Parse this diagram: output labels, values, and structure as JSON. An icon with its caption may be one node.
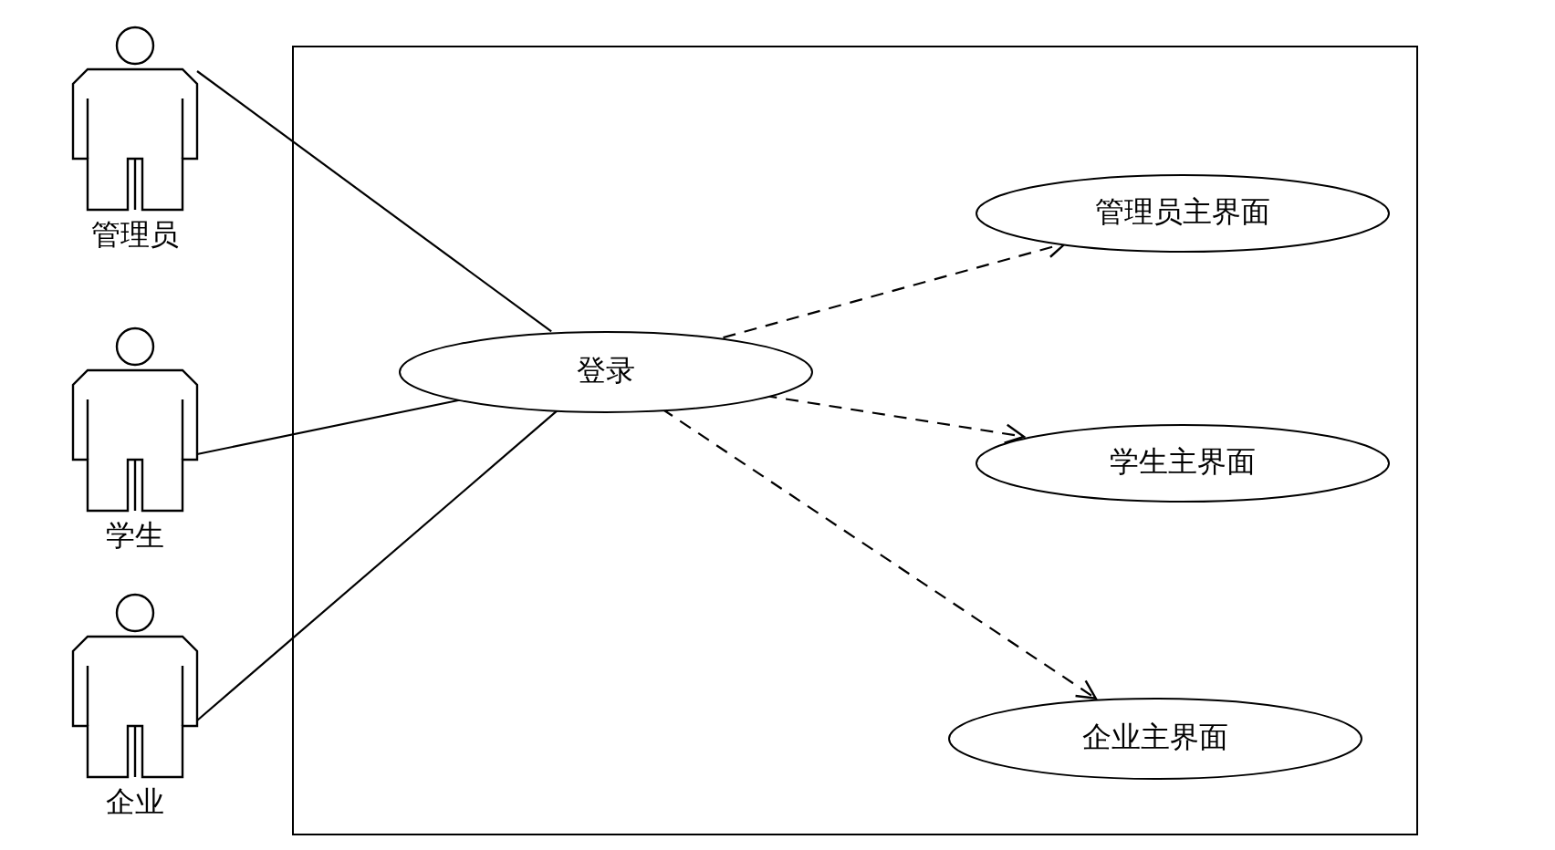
{
  "diagram": {
    "nodes": [
      {
        "text": [
          "管理员"
        ]
      },
      {
        "text": [
          "学生"
        ]
      },
      {
        "text": [
          "企业"
        ]
      },
      {
        "text": [],
        "shape": "box"
      },
      {
        "text": [
          "登录"
        ],
        "in": 3
      },
      {
        "text": [
          "管理员主界面"
        ],
        "in": 3
      },
      {
        "text": [
          "学生主界面"
        ],
        "in": 3
      },
      {
        "text": [
          "企业主界面"
        ],
        "in": 3
      }
    ],
    "edges": [
      {
        "from": 0,
        "to": 4,
        "arrow": "none"
      },
      {
        "from": 1,
        "to": 4,
        "arrow": "none"
      },
      {
        "from": 2,
        "to": 4,
        "arrow": "none"
      },
      {
        "from": 4,
        "to": 5,
        "arrow": "to",
        "style": "dashed"
      },
      {
        "from": 4,
        "to": 6,
        "arrow": "to",
        "style": "dashed"
      },
      {
        "from": 4,
        "to": 7,
        "arrow": "to",
        "style": "dashed"
      }
    ]
  }
}
